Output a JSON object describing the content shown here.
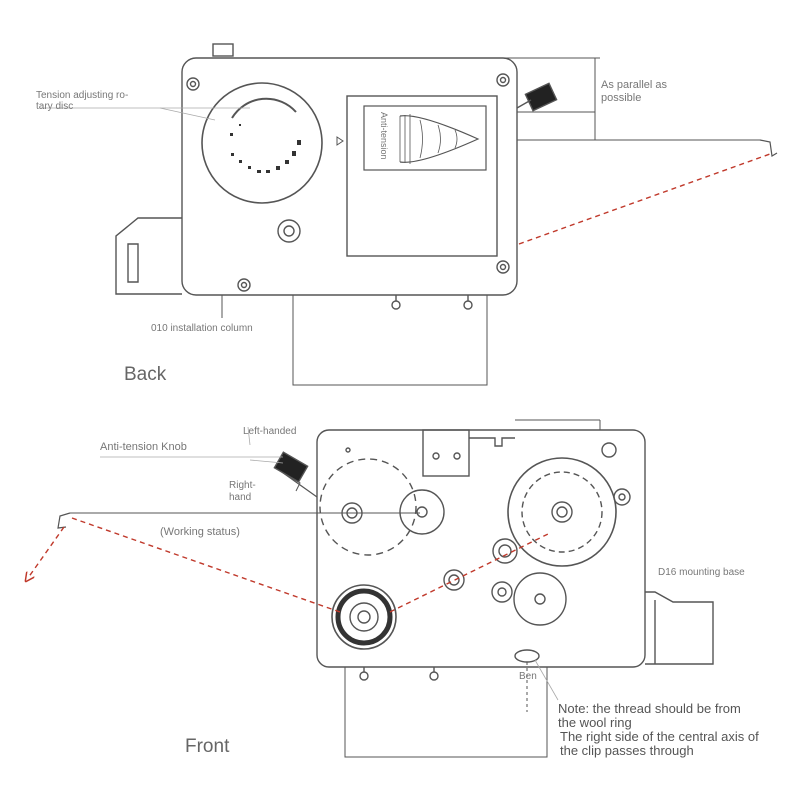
{
  "back": {
    "view_label": "Back",
    "rotary_label_line1": "Tension adjusting ro-",
    "rotary_label_line2": "tary disc",
    "anti_tension": "Anti-tension",
    "parallel_line1": "As parallel as",
    "parallel_line2": "possible",
    "column_label": "010 installation column"
  },
  "front": {
    "view_label": "Front",
    "knob_label": "Anti-tension Knob",
    "left_handed": "Left-handed",
    "right_hand_line1": "Right-",
    "right_hand_line2": "hand",
    "working_status": "(Working status)",
    "mounting_base": "D16 mounting base",
    "ben": "Ben",
    "note_line1": "Note: the thread should be from",
    "note_line2": "the wool ring",
    "note_line3": "The right side of the central axis of",
    "note_line4": "the clip passes through"
  },
  "colors": {
    "line": "#555555",
    "thread": "#c0392b",
    "label": "#777777"
  }
}
